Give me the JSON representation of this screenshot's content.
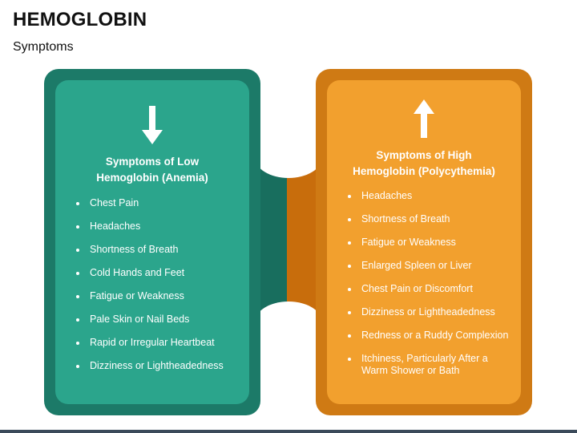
{
  "slide": {
    "title": "HEMOGLOBIN",
    "subtitle": "Symptoms"
  },
  "low_panel": {
    "title_line1": "Symptoms of Low",
    "title_line2": "Hemoglobin (Anemia)",
    "arrow_icon": "down-arrow-icon",
    "colors": {
      "outer": "#1c7a68",
      "inner": "#2ba58c"
    },
    "items": [
      "Chest Pain",
      "Headaches",
      "Shortness of Breath",
      "Cold Hands and Feet",
      "Fatigue or Weakness",
      "Pale Skin or Nail Beds",
      "Rapid or Irregular Heartbeat",
      "Dizziness or Lightheadedness"
    ]
  },
  "high_panel": {
    "title_line1": "Symptoms of High",
    "title_line2": "Hemoglobin (Polycythemia)",
    "arrow_icon": "up-arrow-icon",
    "colors": {
      "outer": "#cf7a14",
      "inner": "#f2a02e"
    },
    "items": [
      "Headaches",
      "Shortness of Breath",
      "Fatigue or Weakness",
      "Enlarged Spleen or Liver",
      "Chest Pain or Discomfort",
      "Dizziness or Lightheadedness",
      "Redness or a Ruddy Complexion",
      "Itchiness, Particularly After a Warm Shower or Bath"
    ]
  }
}
